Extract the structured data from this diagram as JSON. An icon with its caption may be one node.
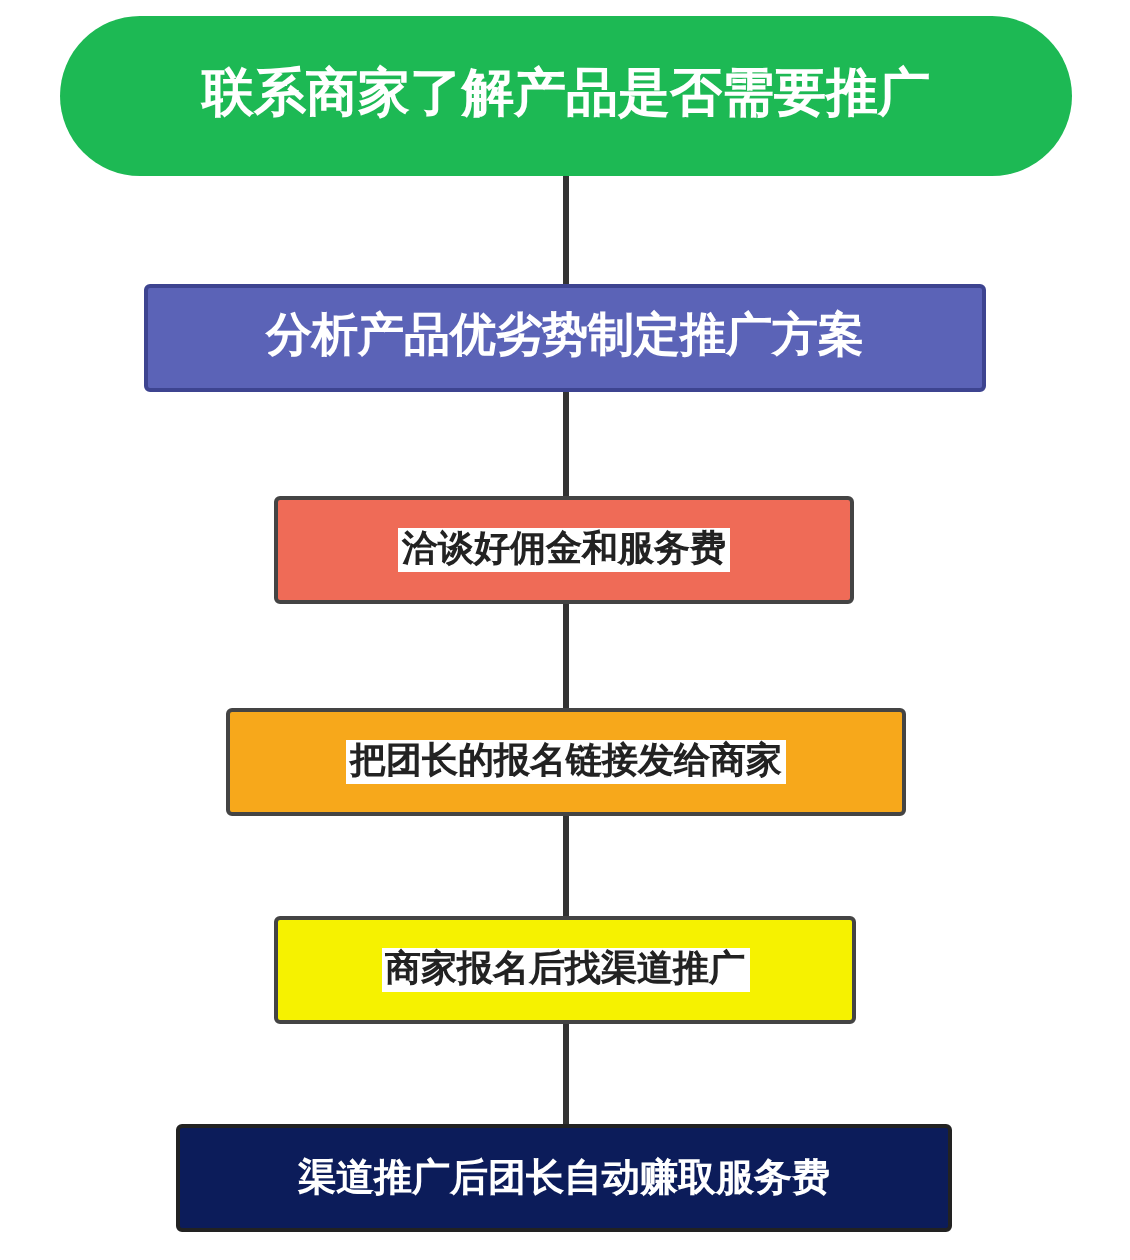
{
  "diagram": {
    "nodes": [
      {
        "text": [
          "联系商家了解产品是否需要推广"
        ]
      },
      {
        "text": [
          "分析产品优劣势制定推广方案"
        ]
      },
      {
        "text": [
          "洽谈好佣金和服务费"
        ]
      },
      {
        "text": [
          "把团长的报名链接发给商家"
        ]
      },
      {
        "text": [
          "商家报名后找渠道推广"
        ]
      },
      {
        "text": [
          "渠道推广后团长自动赚取服务费"
        ]
      }
    ],
    "edges": [
      {
        "from": 0,
        "to": 1,
        "arrow": "none"
      },
      {
        "from": 1,
        "to": 2,
        "arrow": "none"
      },
      {
        "from": 2,
        "to": 3,
        "arrow": "none"
      },
      {
        "from": 3,
        "to": 4,
        "arrow": "none"
      },
      {
        "from": 4,
        "to": 5,
        "arrow": "none"
      }
    ]
  }
}
